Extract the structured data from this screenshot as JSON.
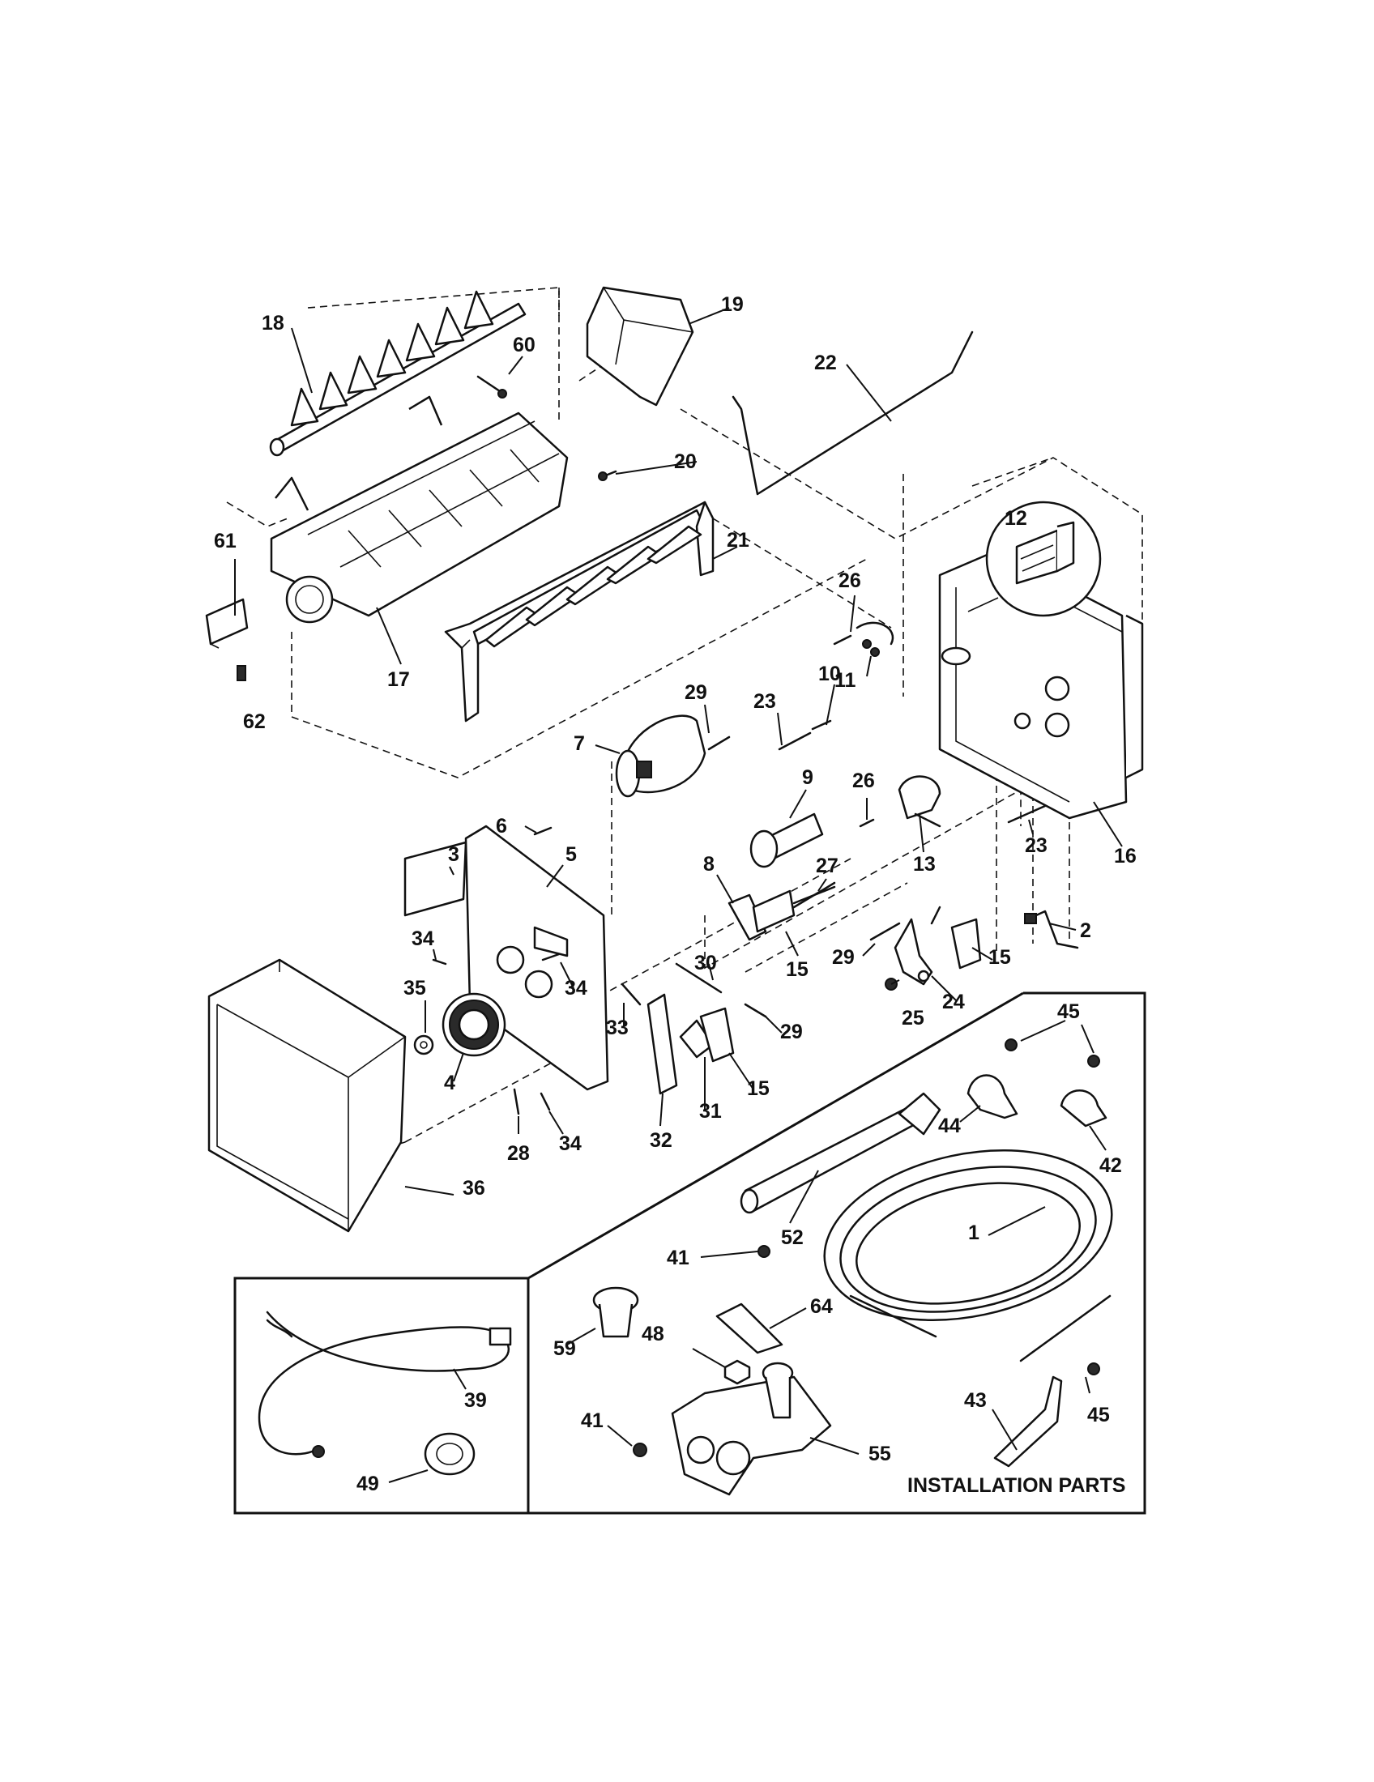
{
  "diagram": {
    "section_labels": {
      "installation_parts": "INSTALLATION PARTS"
    },
    "callouts": [
      {
        "id": "c18",
        "label": "18"
      },
      {
        "id": "c60",
        "label": "60"
      },
      {
        "id": "c19",
        "label": "19"
      },
      {
        "id": "c22",
        "label": "22"
      },
      {
        "id": "c20",
        "label": "20"
      },
      {
        "id": "c12",
        "label": "12"
      },
      {
        "id": "c61",
        "label": "61"
      },
      {
        "id": "c21",
        "label": "21"
      },
      {
        "id": "c26a",
        "label": "26"
      },
      {
        "id": "c11",
        "label": "11"
      },
      {
        "id": "c17",
        "label": "17"
      },
      {
        "id": "c62",
        "label": "62"
      },
      {
        "id": "c29a",
        "label": "29"
      },
      {
        "id": "c23a",
        "label": "23"
      },
      {
        "id": "c10",
        "label": "10"
      },
      {
        "id": "c7",
        "label": "7"
      },
      {
        "id": "c9",
        "label": "9"
      },
      {
        "id": "c26b",
        "label": "26"
      },
      {
        "id": "c23b",
        "label": "23"
      },
      {
        "id": "c16",
        "label": "16"
      },
      {
        "id": "c13",
        "label": "13"
      },
      {
        "id": "c6",
        "label": "6"
      },
      {
        "id": "c3",
        "label": "3"
      },
      {
        "id": "c5",
        "label": "5"
      },
      {
        "id": "c8",
        "label": "8"
      },
      {
        "id": "c27",
        "label": "27"
      },
      {
        "id": "c2",
        "label": "2"
      },
      {
        "id": "c34a",
        "label": "34"
      },
      {
        "id": "c15a",
        "label": "15"
      },
      {
        "id": "c29b",
        "label": "29"
      },
      {
        "id": "c15b",
        "label": "15"
      },
      {
        "id": "c30",
        "label": "30"
      },
      {
        "id": "c35",
        "label": "35"
      },
      {
        "id": "c34b",
        "label": "34"
      },
      {
        "id": "c33",
        "label": "33"
      },
      {
        "id": "c25",
        "label": "25"
      },
      {
        "id": "c24",
        "label": "24"
      },
      {
        "id": "c29c",
        "label": "29"
      },
      {
        "id": "c45a",
        "label": "45"
      },
      {
        "id": "c4",
        "label": "4"
      },
      {
        "id": "c31",
        "label": "31"
      },
      {
        "id": "c15c",
        "label": "15"
      },
      {
        "id": "c28",
        "label": "28"
      },
      {
        "id": "c34c",
        "label": "34"
      },
      {
        "id": "c32",
        "label": "32"
      },
      {
        "id": "c44",
        "label": "44"
      },
      {
        "id": "c42",
        "label": "42"
      },
      {
        "id": "c36",
        "label": "36"
      },
      {
        "id": "c52",
        "label": "52"
      },
      {
        "id": "c1",
        "label": "1"
      },
      {
        "id": "c41a",
        "label": "41"
      },
      {
        "id": "c64",
        "label": "64"
      },
      {
        "id": "c59",
        "label": "59"
      },
      {
        "id": "c48",
        "label": "48"
      },
      {
        "id": "c39",
        "label": "39"
      },
      {
        "id": "c43",
        "label": "43"
      },
      {
        "id": "c45b",
        "label": "45"
      },
      {
        "id": "c41b",
        "label": "41"
      },
      {
        "id": "c55",
        "label": "55"
      },
      {
        "id": "c49",
        "label": "49"
      }
    ]
  }
}
